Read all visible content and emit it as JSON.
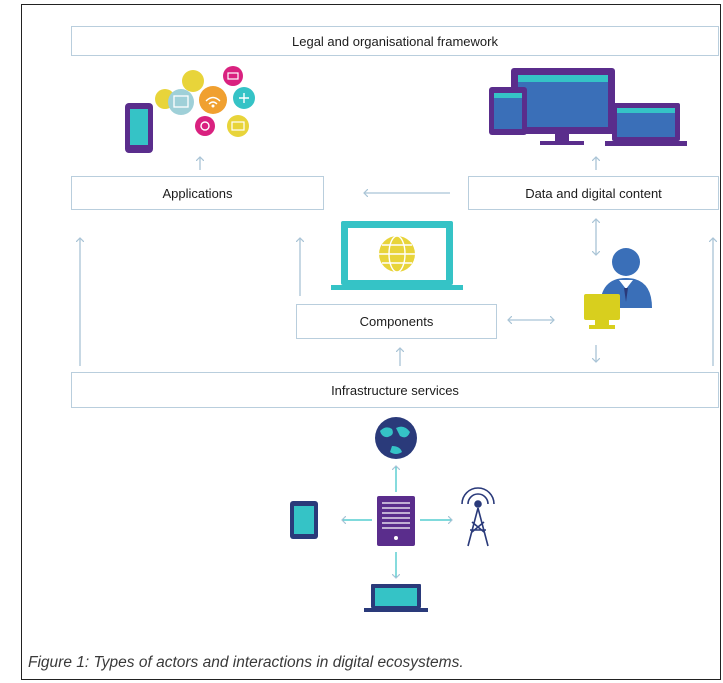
{
  "diagram": {
    "boxes": {
      "legal": "Legal and organisational framework",
      "applications": "Applications",
      "data": "Data and digital content",
      "components": "Components",
      "infrastructure": "Infrastructure services"
    },
    "caption": "Figure 1: Types of actors and interactions in digital ecosystems.",
    "colors": {
      "box_border": "#b9cedd",
      "arrow": "#a9c4d6",
      "purple": "#5a2d8c",
      "teal": "#35c3c6",
      "yellow": "#e8d43a",
      "navy": "#2a3a7a",
      "blue": "#3a6fb8"
    },
    "icons": [
      "apps-bubbles-icon",
      "devices-icon",
      "laptop-globe-icon",
      "user-computer-icon",
      "globe-icon",
      "server-icon",
      "tablet-icon",
      "antenna-icon",
      "laptop-icon"
    ]
  }
}
